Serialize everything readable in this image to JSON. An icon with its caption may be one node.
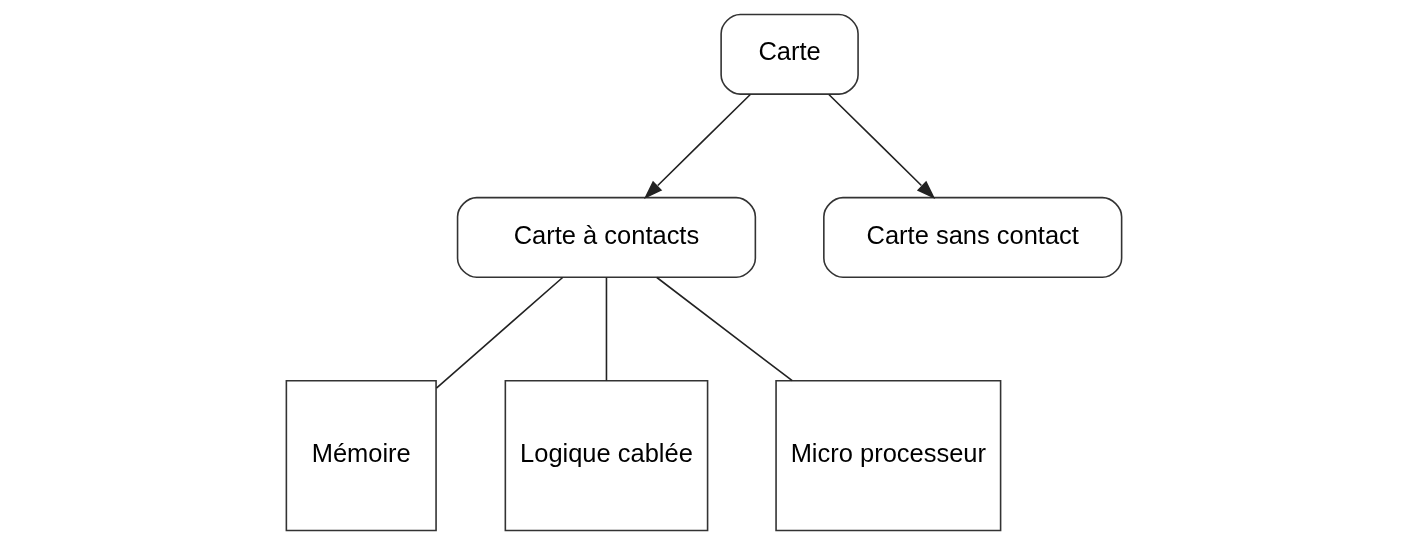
{
  "diagram": {
    "nodes": [
      {
        "text": [
          "Carte"
        ]
      },
      {
        "text": [
          "Carte à contacts"
        ]
      },
      {
        "text": [
          "Carte sans contact"
        ]
      },
      {
        "text": [
          "Mémoire"
        ]
      },
      {
        "text": [
          "Logique cablée"
        ]
      },
      {
        "text": [
          "Micro processeur"
        ]
      }
    ],
    "edges": [
      {
        "from": 0,
        "to": 1,
        "arrow": "to"
      },
      {
        "from": 0,
        "to": 2,
        "arrow": "to"
      },
      {
        "from": 1,
        "to": 3,
        "arrow": "none"
      },
      {
        "from": 1,
        "to": 4,
        "arrow": "none"
      },
      {
        "from": 1,
        "to": 5,
        "arrow": "none"
      }
    ]
  }
}
